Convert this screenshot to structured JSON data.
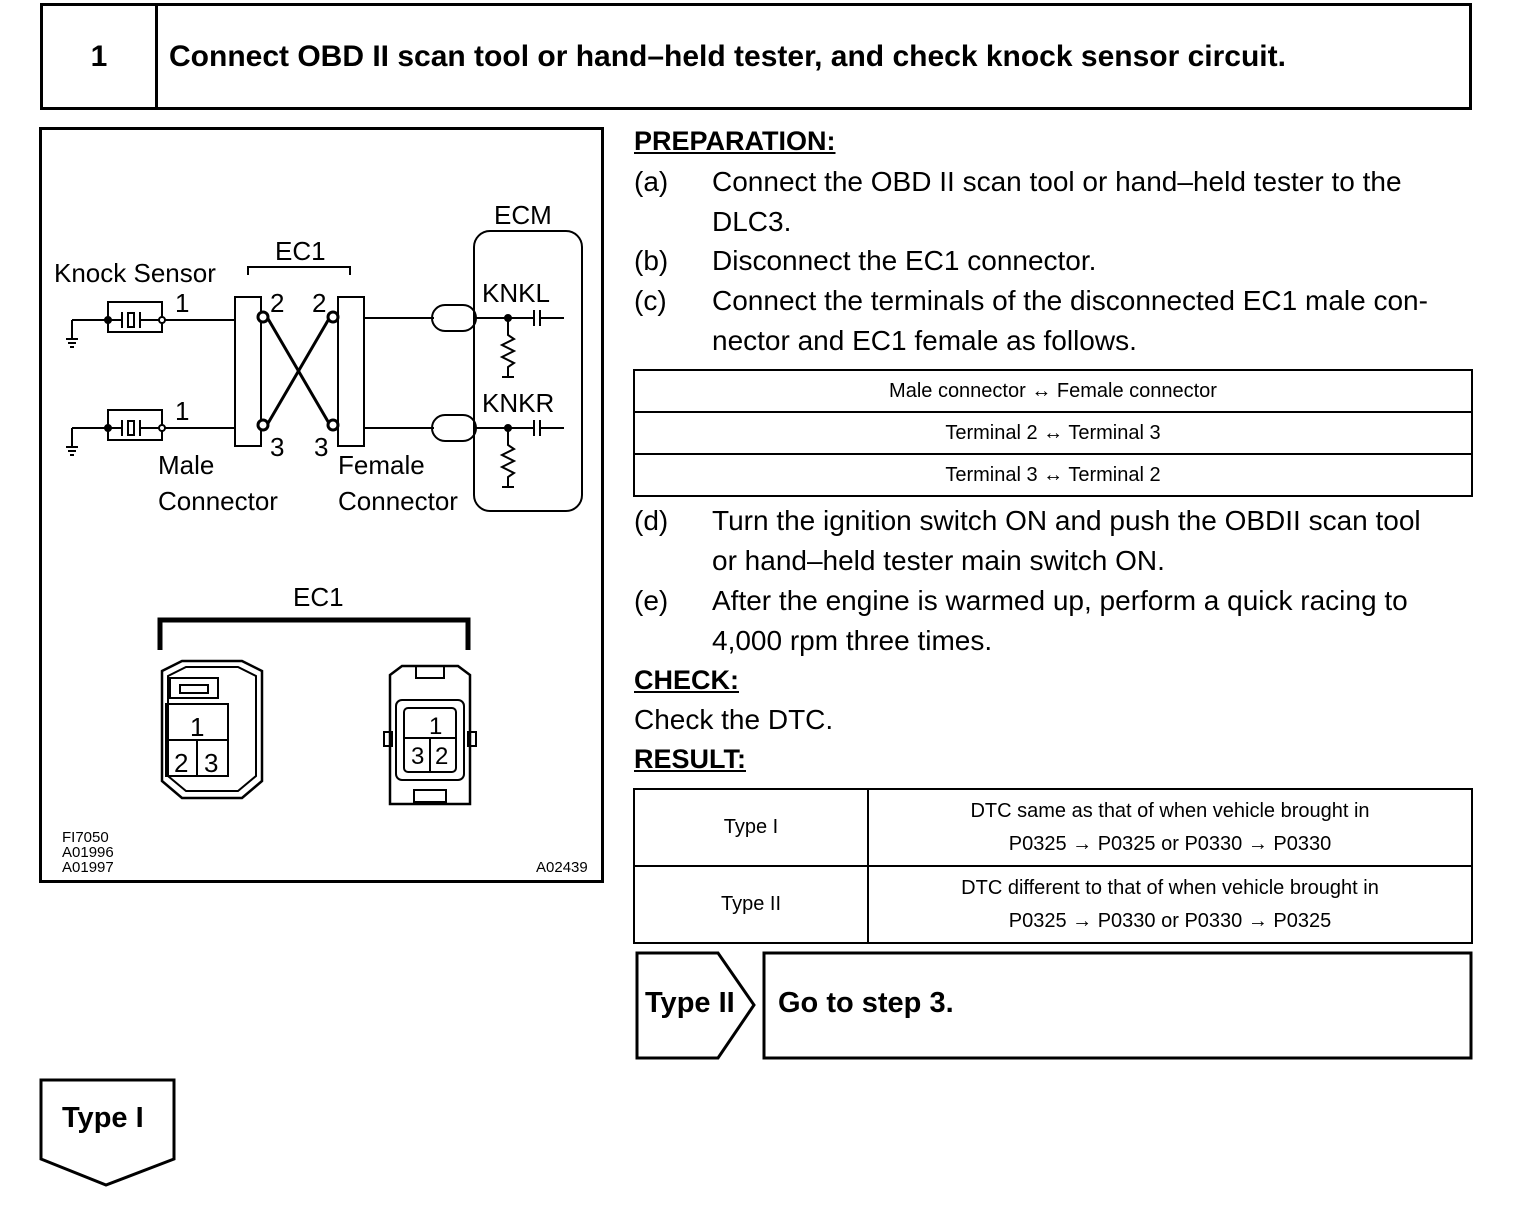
{
  "step": {
    "number": "1",
    "title": "Connect OBD II scan tool or hand–held tester, and check knock sensor circuit."
  },
  "diagram": {
    "labels": {
      "ecm": "ECM",
      "ec1_top": "EC1",
      "knock_sensor": "Knock Sensor",
      "knkl": "KNKL",
      "knkr": "KNKR",
      "male": "Male",
      "male_connector": "Connector",
      "female": "Female",
      "female_connector": "Connector",
      "ec1_bottom": "EC1",
      "pin_1": "1",
      "pin_2": "2",
      "pin_3": "3"
    },
    "codes": [
      "FI7050",
      "A01996",
      "A01997"
    ],
    "code_right": "A02439"
  },
  "preparation": {
    "heading": "PREPARATION:",
    "items": [
      {
        "label": "(a)",
        "line1": "Connect the OBD II scan tool or hand–held tester to the",
        "line2": "DLC3."
      },
      {
        "label": "(b)",
        "line1": "Disconnect the EC1 connector.",
        "line2": ""
      },
      {
        "label": "(c)",
        "line1": "Connect the terminals of the disconnected EC1 male con-",
        "line2": "nector and EC1 female as follows."
      }
    ]
  },
  "connection_table": {
    "rows": [
      "Male connector ↔ Female connector",
      "Terminal 2 ↔ Terminal 3",
      "Terminal 3 ↔ Terminal 2"
    ]
  },
  "more_items": [
    {
      "label": "(d)",
      "line1": "Turn the ignition switch ON and push the OBDII scan tool",
      "line2": "or hand–held tester main switch ON."
    },
    {
      "label": "(e)",
      "line1": "After the engine is warmed up, perform a quick racing to",
      "line2": "4,000 rpm three times."
    }
  ],
  "check": {
    "heading": "CHECK:",
    "text": "Check the DTC."
  },
  "result": {
    "heading": "RESULT:",
    "rows": [
      {
        "type": "Type I",
        "line1": "DTC same as that of when vehicle brought in",
        "line2": "P0325 → P0325 or P0330 → P0330"
      },
      {
        "type": "Type II",
        "line1": "DTC different to that of when vehicle brought in",
        "line2": "P0325 → P0330 or P0330 → P0325"
      }
    ]
  },
  "branch_type2": {
    "label": "Type II",
    "action": "Go to step 3."
  },
  "branch_type1": {
    "label": "Type I"
  }
}
